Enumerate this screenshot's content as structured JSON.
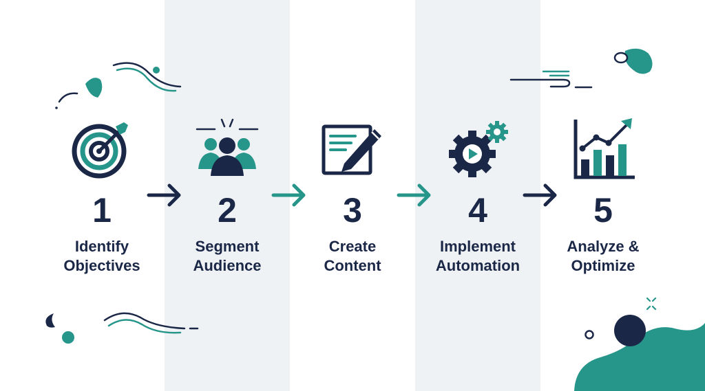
{
  "colors": {
    "navy": "#1b2746",
    "teal": "#26958a",
    "band": "#eff2f5"
  },
  "steps": [
    {
      "number": "1",
      "line1": "Identify",
      "line2": "Objectives",
      "icon": "target-icon"
    },
    {
      "number": "2",
      "line1": "Segment",
      "line2": "Audience",
      "icon": "audience-group-icon"
    },
    {
      "number": "3",
      "line1": "Create",
      "line2": "Content",
      "icon": "document-pencil-icon"
    },
    {
      "number": "4",
      "line1": "Implement",
      "line2": "Automation",
      "icon": "gear-automation-icon"
    },
    {
      "number": "5",
      "line1": "Analyze &",
      "line2": "Optimize",
      "icon": "growth-chart-icon"
    }
  ],
  "arrows": [
    {
      "from": "1",
      "to": "2",
      "color": "#1b2746"
    },
    {
      "from": "2",
      "to": "3",
      "color": "#26958a"
    },
    {
      "from": "3",
      "to": "4",
      "color": "#26958a"
    },
    {
      "from": "4",
      "to": "5",
      "color": "#1b2746"
    }
  ]
}
